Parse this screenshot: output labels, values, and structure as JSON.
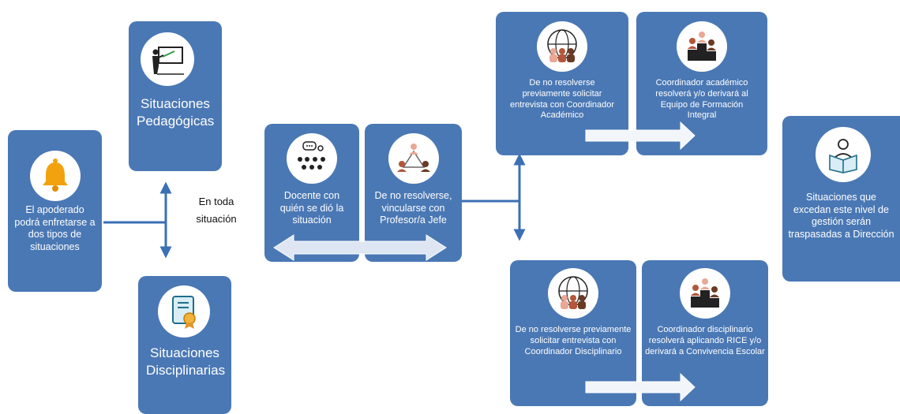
{
  "nodes": {
    "apoderado": {
      "text": "El apoderado podrá enfretarse a dos tipos de situaciones",
      "icon": "bell-icon"
    },
    "pedagogicas": {
      "text": "Situaciones Pedagógicas",
      "icon": "teacher-board-icon"
    },
    "disciplinarias": {
      "text": "Situaciones Disciplinarias",
      "icon": "certificate-icon"
    },
    "docente": {
      "text": "Docente con quién se dió la situación",
      "icon": "group-talk-icon"
    },
    "profesor_jefe": {
      "text": "De no resolverse, vincularse con Profesor/a Jefe",
      "icon": "people-network-icon"
    },
    "entrevista_academico": {
      "text": "De no resolverse previamente solicitar entrevista con Coordinador Académico",
      "icon": "globe-people-icon"
    },
    "coord_academico": {
      "text": "Coordinador académico resolverá y/o derivará al Equipo de Formación Integral",
      "icon": "podium-people-icon"
    },
    "entrevista_disciplinario": {
      "text": "De no resolverse previamente solicitar entrevista con Coordinador Disciplinario",
      "icon": "globe-people-icon"
    },
    "coord_disciplinario": {
      "text": "Coordinador disciplinario resolverá aplicando RICE y/o derivará a Convivencia Escolar",
      "icon": "podium-people-icon"
    },
    "direccion": {
      "text": "Situaciones que excedan este nivel de gestión serán traspasadas a Dirección",
      "icon": "reader-icon"
    }
  },
  "labels": {
    "en_toda": "En toda situación"
  },
  "colors": {
    "box": "#4a78b4",
    "arrow_light": "#dde6f2",
    "arrow_blue": "#3b6fb6"
  }
}
